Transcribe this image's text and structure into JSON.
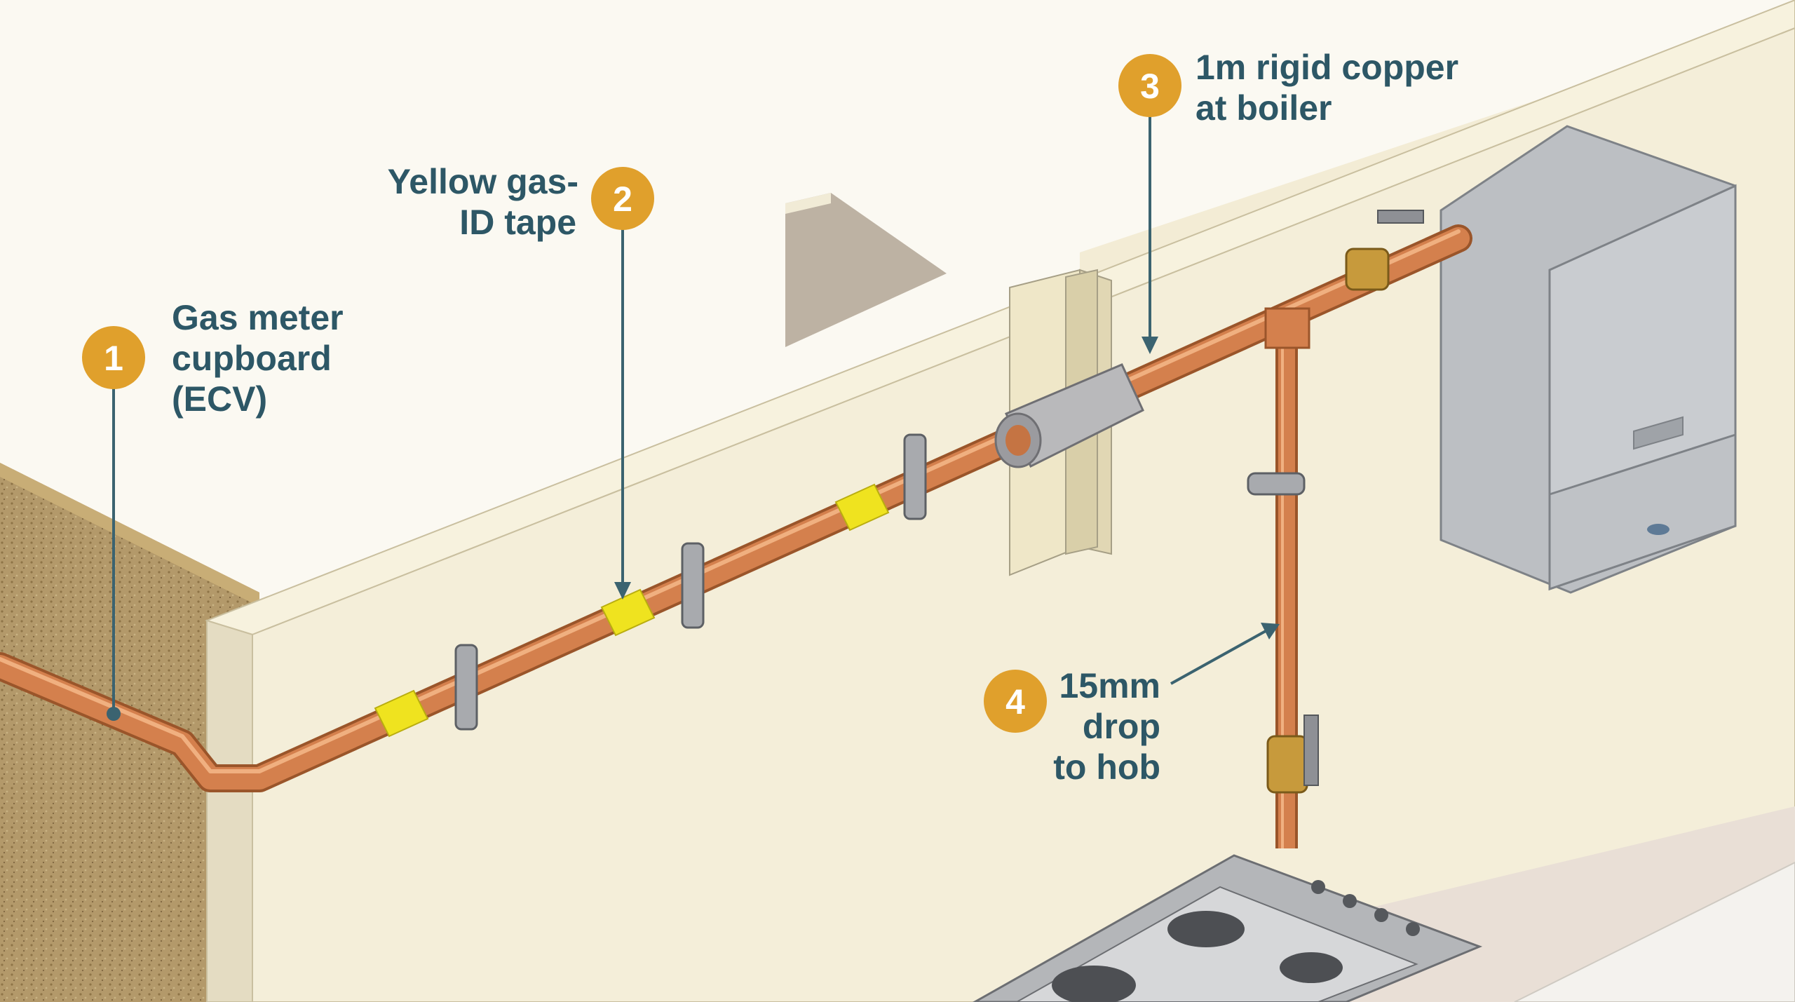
{
  "callouts": [
    {
      "number": "1",
      "lines": [
        "Gas meter",
        "cupboard",
        "(ECV)"
      ]
    },
    {
      "number": "2",
      "lines": [
        "Yellow gas-",
        "ID tape"
      ]
    },
    {
      "number": "3",
      "lines": [
        "1m rigid copper",
        "at boiler"
      ]
    },
    {
      "number": "4",
      "lines": [
        "15mm",
        "drop",
        "to hob"
      ]
    }
  ],
  "colors": {
    "callout_circle": "#e0a02c",
    "callout_text": "#2d5766",
    "leader_line": "#3b6370",
    "copper_pipe": "#d4804d",
    "gas_id_tape": "#efe31f",
    "wall_face": "#f4eed9",
    "insulation": "#b3996a",
    "boiler_body": "#bcbfc3"
  },
  "icons": [
    "copper-pipe",
    "gas-id-tape",
    "pipe-clip",
    "pipe-sleeve",
    "boiler",
    "isolation-valve",
    "gas-hob"
  ]
}
